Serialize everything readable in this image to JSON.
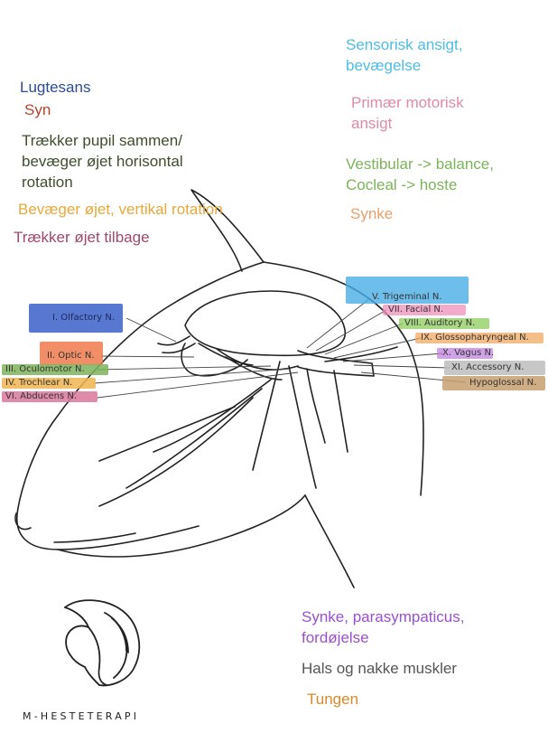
{
  "annotations": {
    "lugtesans": {
      "text": "Lugtesans",
      "color": "#2b4c9a"
    },
    "syn": {
      "text": "Syn",
      "color": "#b5442a"
    },
    "traekker_pupil": {
      "lines": [
        "Trækker pupil sammen/",
        "bevæger øjet horisontal",
        "rotation"
      ],
      "color": "#3e4e2a"
    },
    "bevaeger": {
      "text": "Bevæger øjet, vertikal rotation",
      "color": "#e8a83a"
    },
    "traekker_tilbage": {
      "text": "Trækker øjet tilbage",
      "color": "#a0486a"
    },
    "sensorisk": {
      "lines": [
        "Sensorisk ansigt,",
        "bevægelse"
      ],
      "color": "#4dbde6"
    },
    "primaer": {
      "lines": [
        "Primær motorisk",
        "ansigt"
      ],
      "color": "#e08aa8"
    },
    "vestibular": {
      "lines": [
        "Vestibular -> balance,",
        "Cocleal -> hoste"
      ],
      "color": "#7cb45a"
    },
    "synke": {
      "text": "Synke",
      "color": "#e8a06a"
    },
    "synke_para": {
      "lines": [
        "Synke, parasympaticus,",
        "fordøjelse"
      ],
      "color": "#9b4fd0"
    },
    "hals": {
      "text": "Hals og nakke muskler",
      "color": "#555555"
    },
    "tungen": {
      "text": "Tungen",
      "color": "#d88a2a"
    }
  },
  "nerves": {
    "olfactory": {
      "label": "I. Olfactory N.",
      "color": "#3a5fc8"
    },
    "optic": {
      "label": "II. Optic N.",
      "color": "#ee7a4e"
    },
    "oculomotor": {
      "label": "III. Oculomotor N.",
      "color": "#7cb45a"
    },
    "trochlear": {
      "label": "IV. Trochlear N.",
      "color": "#f0b450"
    },
    "abducens": {
      "label": "VI. Abducens N.",
      "color": "#d8789a"
    },
    "trigeminal": {
      "label": "V. Trigeminal N.",
      "color": "#4aaee6"
    },
    "facial": {
      "label": "VII. Facial N.",
      "color": "#ee8fb8"
    },
    "auditory": {
      "label": "VIII. Auditory N.",
      "color": "#8ccc5a"
    },
    "glossopharyngeal": {
      "label": "IX. Glossopharyngeal N.",
      "color": "#f0a860"
    },
    "vagus": {
      "label": "X. Vagus N.",
      "color": "#c080e0"
    },
    "accessory": {
      "label": "XI. Accessory N.",
      "color": "#bdbdbd"
    },
    "hypoglossal": {
      "label": "Hypoglossal N.",
      "color": "#c8a070"
    }
  },
  "brand": {
    "name": "M-HESTETERAPI"
  }
}
